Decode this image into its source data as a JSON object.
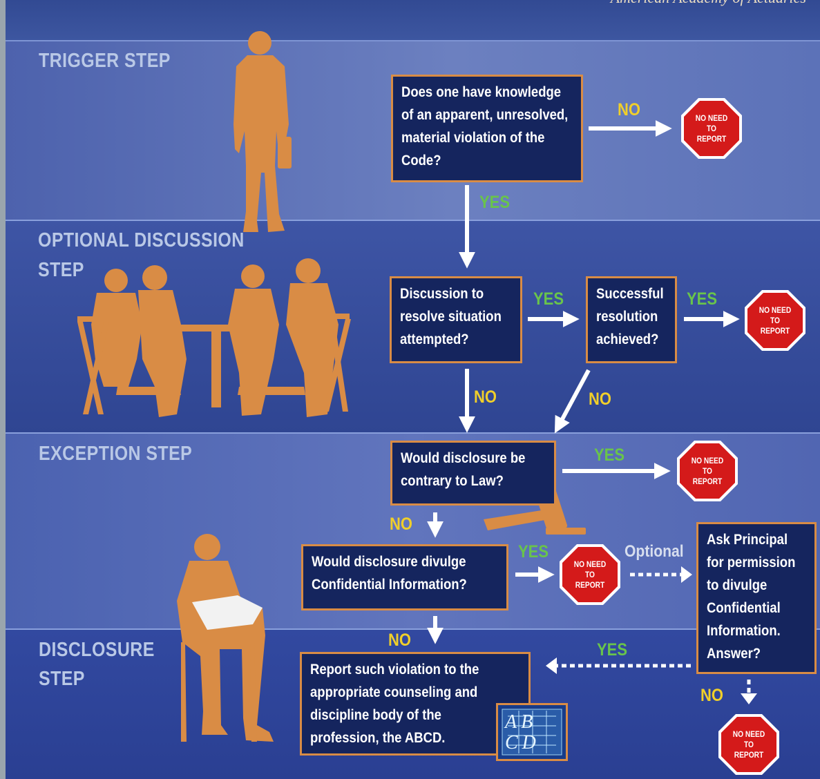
{
  "header": {
    "org_name": "American Academy of Actuaries"
  },
  "steps": {
    "trigger": "TRIGGER STEP",
    "optional_line1": "OPTIONAL DISCUSSION",
    "optional_line2": "STEP",
    "exception": "EXCEPTION STEP",
    "disclosure_line1": "DISCLOSURE",
    "disclosure_line2": "STEP"
  },
  "boxes": {
    "knowledge": "Does one have knowledge of an apparent, unresolved, material violation of the Code?",
    "discussion": "Discussion to resolve situation attempted?",
    "resolution": "Successful resolution achieved?",
    "law": "Would disclosure be contrary to Law?",
    "confidential": "Would disclosure divulge Confidential Information?",
    "permission": "Ask Principal for permission to divulge Confidential Information. Answer?",
    "report": "Report such violation to the appropriate counseling and discipline body of the profession, the ABCD."
  },
  "labels": {
    "no": "NO",
    "yes": "YES",
    "optional": "Optional"
  },
  "stop_sign_text": "NO NEED\nTO\nREPORT",
  "logo": {
    "letters": "AB CD"
  },
  "colors": {
    "band_bg": "#2c3f8c",
    "box_bg": "#15255e",
    "box_border": "#d98c45",
    "silhouette": "#d98c45",
    "no_label": "#f0cf2a",
    "yes_label": "#69c44b",
    "stop_red": "#d41a1a",
    "step_label": "#b9c8e6"
  }
}
